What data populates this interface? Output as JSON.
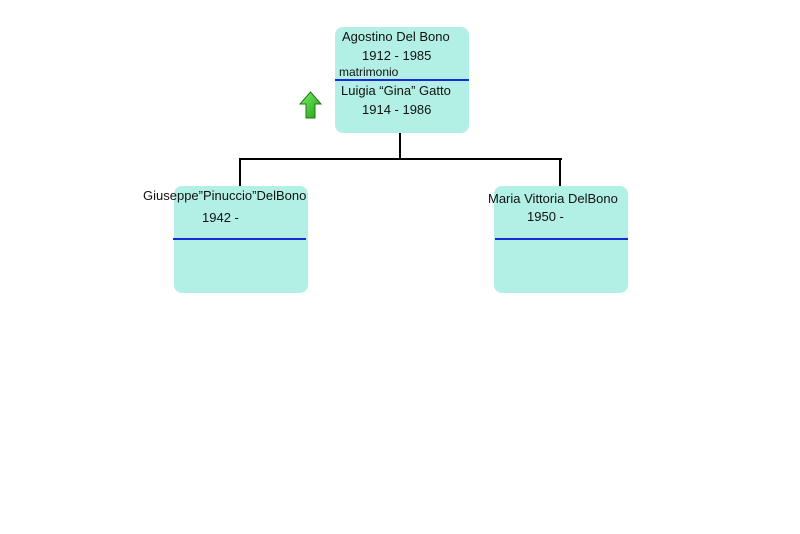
{
  "couple": {
    "husband": {
      "name": "Agostino Del Bono",
      "years": "1912 - 1985"
    },
    "union_label": "matrimonio",
    "wife": {
      "name": "Luigia “Gina” Gatto",
      "years": "1914 - 1986"
    }
  },
  "children": [
    {
      "name": "Giuseppe”Pinuccio”DelBono",
      "years": "1942 -"
    },
    {
      "name": "Maria Vittoria DelBono",
      "years": "1950 -"
    }
  ],
  "colors": {
    "card_fill": "#b2f0e6",
    "divider": "#1a2ad6",
    "connector": "#000000",
    "arrow": "#2ecc1e"
  },
  "icons": {
    "navigate_up": "up-arrow-icon"
  }
}
